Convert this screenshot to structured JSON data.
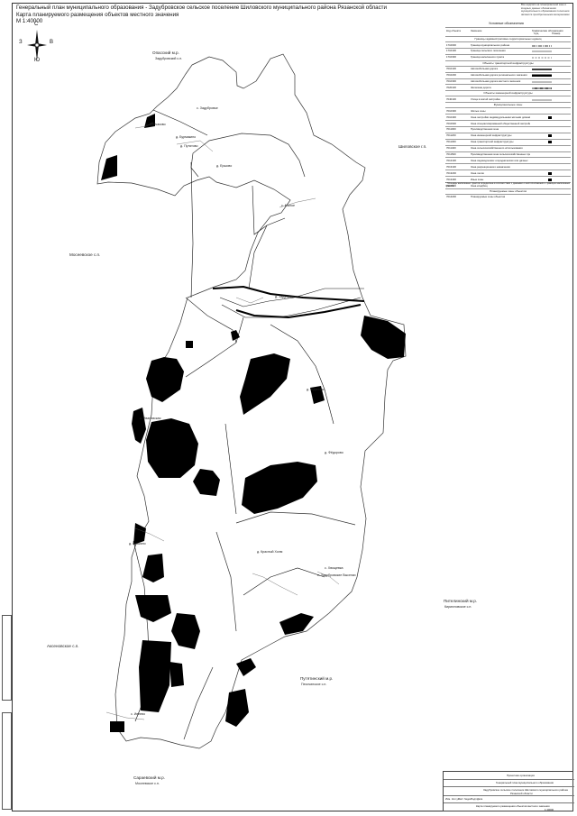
{
  "title": {
    "line1": "Генеральный план муниципального образования - Задубровское сельское поселение Шиловского муниципального района Рязанской области",
    "line2": "Карта планируемого размещения объектов местного значения",
    "scale": "М 1:40000"
  },
  "compass": {
    "north": "С",
    "south": "Ю",
    "west": "З",
    "east": "В"
  },
  "top_note": "Все надписи на планировочной зоне и входных данных обозначения муниципального образования поселения являются приобретенными материалами",
  "map_labels": {
    "neighbor_north": "Опасский м.р.",
    "neighbor_north_sub": "Задубровский с.п.",
    "neighbor_east": "Шиловское г.п.",
    "neighbor_west_mid": "Мосеевское с.п.",
    "neighbor_west_low": "Аксеновское с.п.",
    "neighbor_se": "Путятинский м.р.",
    "neighbor_se_sub": "Песочинское с.п.",
    "neighbor_e_low": "Пителинский м.р.",
    "neighbor_e_low_sub": "Кирилловское с.п.",
    "neighbor_south": "Сараевский м.р.",
    "neighbor_south_sub": "Мосеевское с.п.",
    "v1": "с. Задубровье",
    "v2": "с. Собчаково",
    "v3": "д. Бурмакино",
    "v4": "д. Путятово",
    "v5": "д. Ершово",
    "v6": "с. Малое",
    "v7": "с. Ивановская",
    "v8": "д. Задубровка",
    "v9": "д. Ждановы",
    "v10": "д. Красный Холм",
    "v11": "с. Хвощевка",
    "v12": "д. Брыкино",
    "v13": "с. Задубровские Выселки",
    "v14": "с. Ивлево",
    "v15": "д. Фёдорово"
  },
  "legend": {
    "title": "Условные обозначения",
    "header_code": "Код объекта",
    "header_name": "Значение",
    "header_sym": "Графические обозначения",
    "header_exist": "Сущ.",
    "header_plan": "Планир.",
    "sections": [
      "Границы административно-территориальных единиц",
      "Объекты транспортной инфраструктуры",
      "Объекты инженерной инфраструктуры",
      "Функциональные зоны",
      "Планируемые зоны объектов"
    ],
    "rows": [
      {
        "code": "1710000",
        "name": "Граница муниципального района",
        "sym": "dash"
      },
      {
        "code": "1710100",
        "name": "Граница сельского поселения",
        "sym": "line"
      },
      {
        "code": "1710300",
        "name": "Граница населенного пункта",
        "sym": "dash2"
      },
      {
        "code": "7010100",
        "name": "Автомобильная дорога",
        "sym": "thickline"
      },
      {
        "code": "7010200",
        "name": "Автомобильная дорога регионального значения",
        "sym": "blacklong"
      },
      {
        "code": "7010300",
        "name": "Автомобильная дорога местного значения",
        "sym": "line"
      },
      {
        "code": "7020100",
        "name": "Железная дорога",
        "sym": "rail"
      },
      {
        "code": "7040100",
        "name": "Улица в жилой застройке",
        "sym": "line"
      },
      {
        "code": "7010300",
        "name": "Жилые зоны",
        "sym": "none"
      },
      {
        "code": "7010400",
        "name": "Зона застройки индивидуальными жилыми домами",
        "sym": "blackbox"
      },
      {
        "code": "7010600",
        "name": "Зона специализированной общественной застройки",
        "sym": "none"
      },
      {
        "code": "7011000",
        "name": "Производственная зона",
        "sym": "none"
      },
      {
        "code": "7011200",
        "name": "Зона инженерной инфраструктуры",
        "sym": "blackbox"
      },
      {
        "code": "7011300",
        "name": "Зона транспортной инфраструктуры",
        "sym": "blackbox"
      },
      {
        "code": "7011400",
        "name": "Зона сельскохозяйственного использования",
        "sym": "none"
      },
      {
        "code": "7011500",
        "name": "Производственная зона сельскохозяйственных предприятий",
        "sym": "none"
      },
      {
        "code": "7012100",
        "name": "Зона садоводческих огороднических или дачных",
        "sym": "none"
      },
      {
        "code": "7013100",
        "name": "Зона рекреационного назначения",
        "sym": "none"
      },
      {
        "code": "7013200",
        "name": "Зона лесов",
        "sym": "blackbox"
      },
      {
        "code": "7013400",
        "name": "Иные зоны",
        "sym": "blackbox"
      },
      {
        "code": "7013500",
        "name": "Зона кладбищ",
        "sym": "none"
      },
      {
        "code": "7014200",
        "name": "Планируемые зоны объектов",
        "sym": "none"
      }
    ],
    "footnote": "* Площадь населенных пунктов определена в соответствии с данными о местоположении и границах населенных пунктов"
  },
  "title_block": {
    "org": "Проектная организация",
    "row1": "Генеральный план муниципального образования",
    "row2": "Задубровское сельское поселение Шиловского муниципального района",
    "row3": "Рязанской области",
    "cols": [
      "Изм.",
      "Кол.уч.",
      "Лист",
      "№док.",
      "Подп.",
      "Дата"
    ],
    "sheet_title": "Карта планируемого размещения объектов местного значения",
    "scale": "1:40000"
  }
}
